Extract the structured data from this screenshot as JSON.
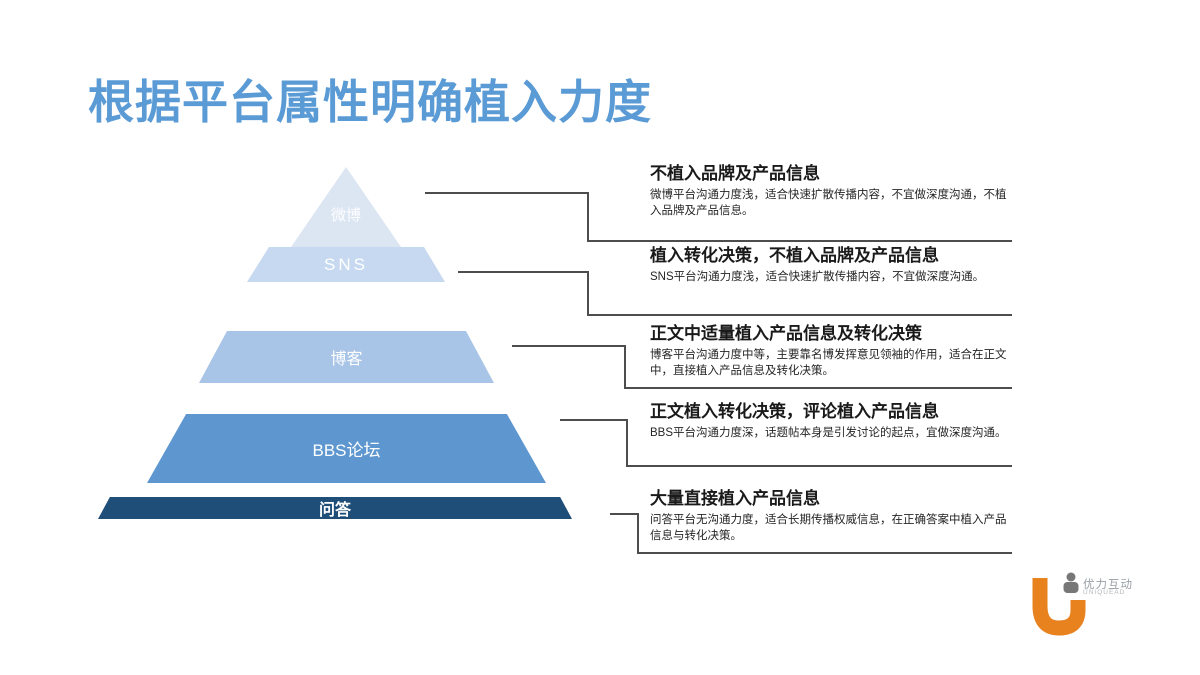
{
  "slide": {
    "title": "根据平台属性明确植入力度",
    "title_color": "#5b9bd5",
    "background_color": "#ffffff",
    "connector_color": "#4d4d4d"
  },
  "pyramid": {
    "levels": [
      {
        "label": "微博",
        "color": "#dce6f3"
      },
      {
        "label": "SNS",
        "color": "#c7d9f0"
      },
      {
        "label": "博客",
        "color": "#a8c4e6"
      },
      {
        "label": "BBS论坛",
        "color": "#5e97d0"
      },
      {
        "label": "问答",
        "color": "#1f4e79"
      }
    ]
  },
  "annotations": [
    {
      "title": "不植入品牌及产品信息",
      "body": "微博平台沟通力度浅，适合快速扩散传播内容，不宜做深度沟通，不植入品牌及产品信息。"
    },
    {
      "title": "植入转化决策，不植入品牌及产品信息",
      "body": "SNS平台沟通力度浅，适合快速扩散传播内容，不宜做深度沟通。"
    },
    {
      "title": "正文中适量植入产品信息及转化决策",
      "body": "博客平台沟通力度中等，主要靠名博发挥意见领袖的作用，适合在正文中，直接植入产品信息及转化决策。"
    },
    {
      "title": "正文植入转化决策，评论植入产品信息",
      "body": "BBS平台沟通力度深，话题帖本身是引发讨论的起点，宜做深度沟通。"
    },
    {
      "title": "大量直接植入产品信息",
      "body": "问答平台无沟通力度，适合长期传播权威信息，在正确答案中植入产品信息与转化决策。"
    }
  ],
  "logo": {
    "name_cn": "优力互动",
    "name_en": "UNIQUEAD",
    "accent_color": "#e8821e"
  }
}
